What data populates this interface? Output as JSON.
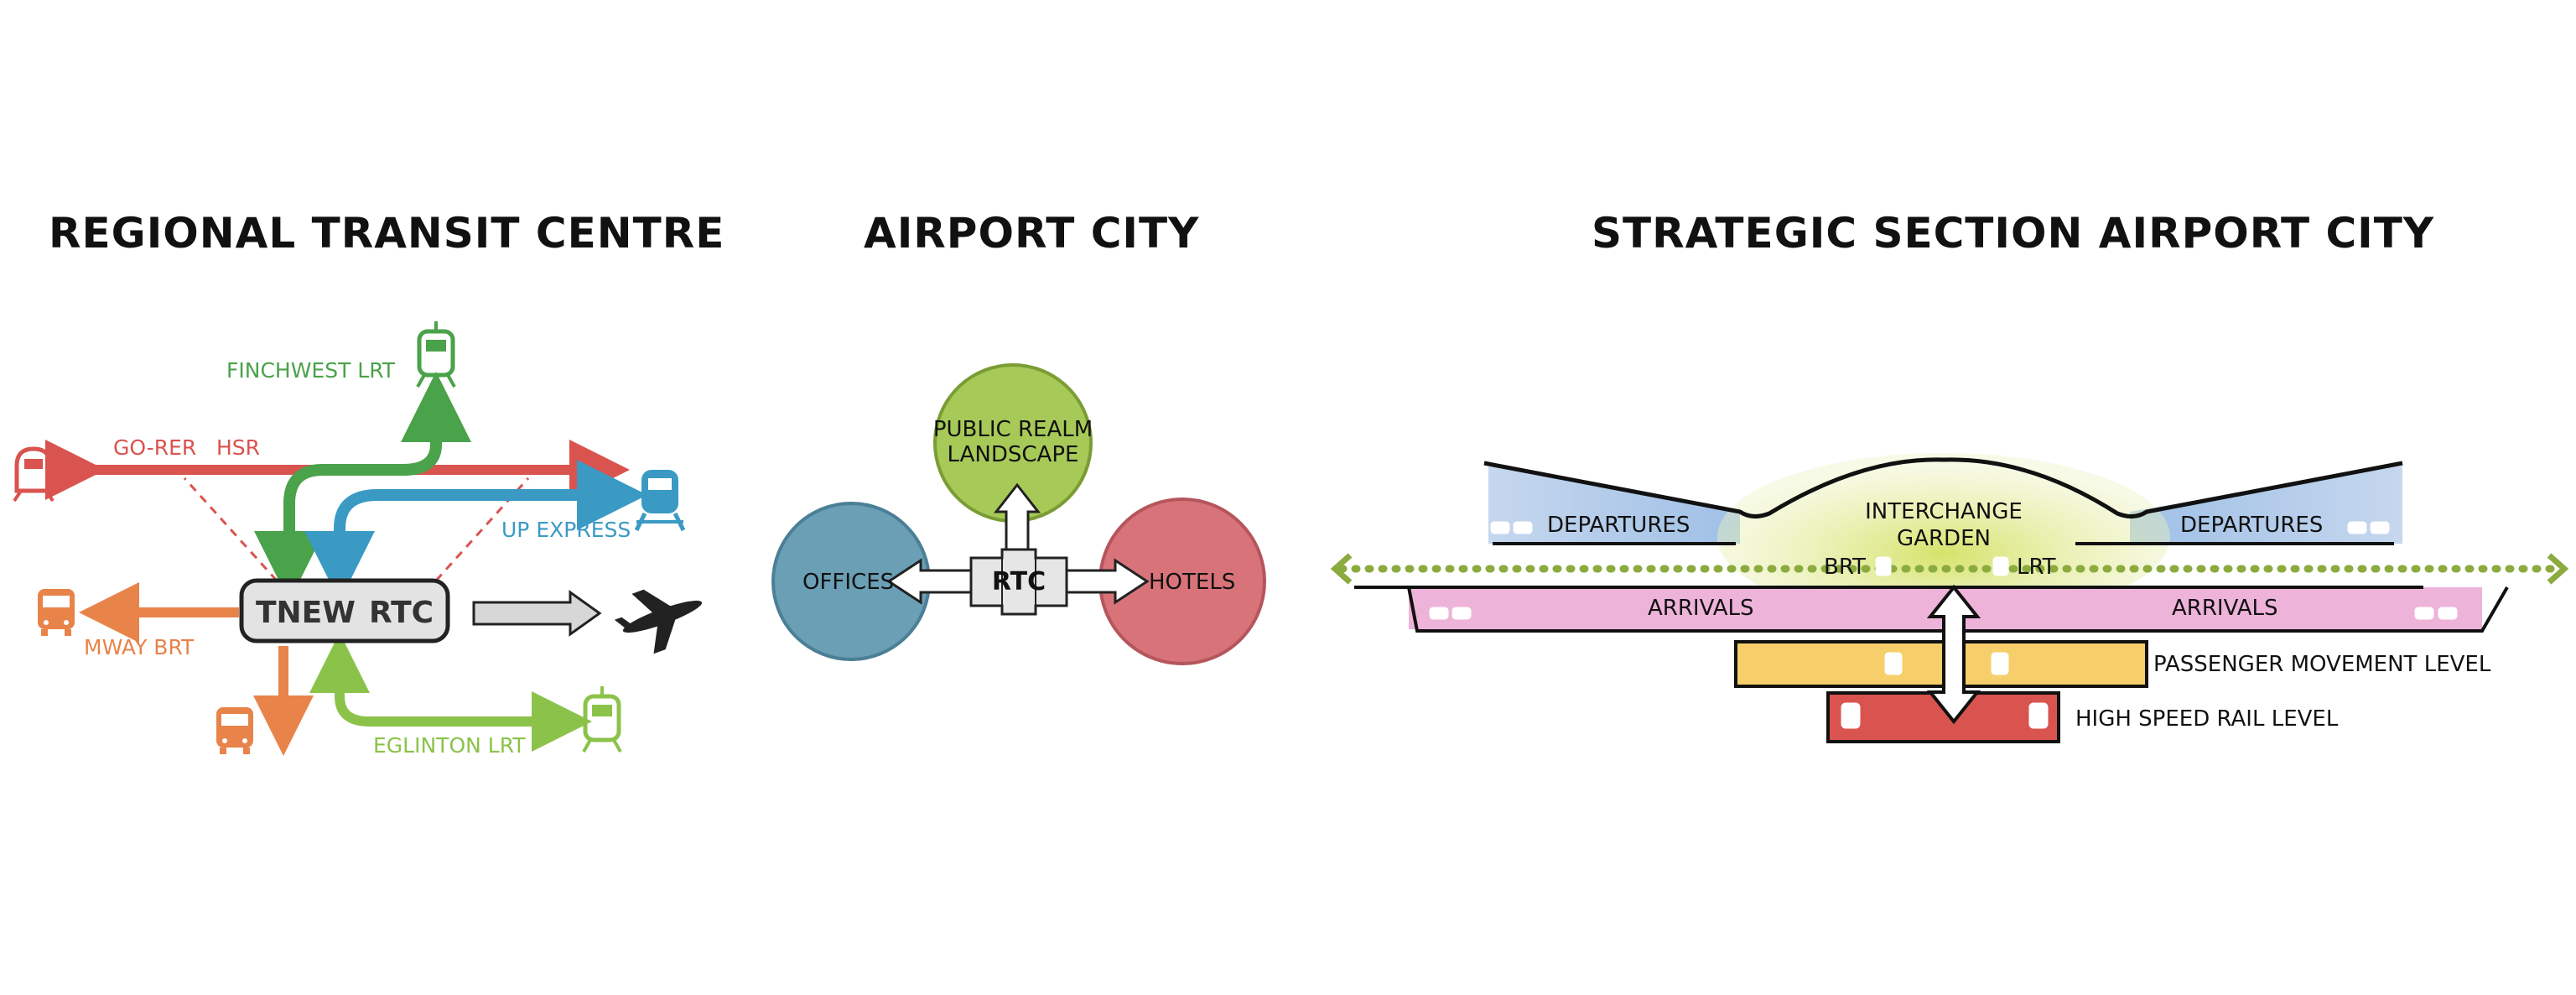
{
  "panels": {
    "rtc": {
      "title": "REGIONAL TRANSIT CENTRE",
      "box_left": "TNEW",
      "box_right": "RTC",
      "labels": {
        "finchwest": "FINCHWEST LRT",
        "go_rer": "GO-RER",
        "hsr": "HSR",
        "up_express": "UP EXPRESS",
        "mway": "MWAY BRT",
        "eglinton": "EGLINTON LRT"
      },
      "colors": {
        "finchwest": "#4aa24a",
        "go_rer": "#d9534f",
        "up_express": "#3a9ac4",
        "mway": "#e8834a",
        "eglinton": "#8bc34a"
      },
      "icons": [
        "train-icon",
        "bus-icon",
        "plane-icon"
      ]
    },
    "airport_city": {
      "title": "AIRPORT CITY",
      "center": "RTC",
      "nodes": {
        "public_realm_1": "PUBLIC REALM",
        "public_realm_2": "LANDSCAPE",
        "offices": "OFFICES",
        "hotels": "HOTELS"
      },
      "colors": {
        "public_realm": "#a7c957",
        "offices": "#6a9fb5",
        "hotels": "#d9737a"
      }
    },
    "section": {
      "title": "STRATEGIC SECTION AIRPORT CITY",
      "labels": {
        "departures_left": "DEPARTURES",
        "departures_right": "DEPARTURES",
        "interchange_1": "INTERCHANGE",
        "interchange_2": "GARDEN",
        "brt": "BRT",
        "lrt": "LRT",
        "arrivals_left": "ARRIVALS",
        "arrivals_right": "ARRIVALS",
        "passenger": "PASSENGER MOVEMENT LEVEL",
        "hsr": "HIGH SPEED RAIL LEVEL"
      },
      "colors": {
        "departures": "#b8cfe8",
        "garden": "#dce88a",
        "arrivals": "#eeb3d9",
        "passenger": "#f6cf6a",
        "hsr": "#d9534f",
        "dotted": "#8bab3e"
      }
    }
  }
}
